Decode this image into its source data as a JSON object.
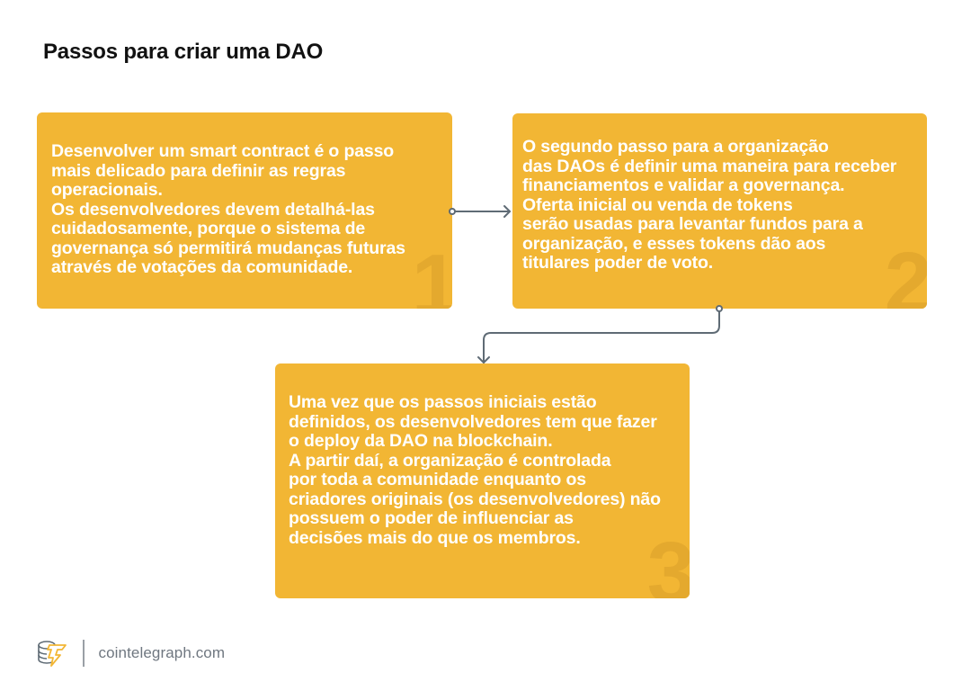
{
  "title": "Passos para criar uma DAO",
  "colors": {
    "box_fill": "#f2b634",
    "number_fill": "#e4a92e",
    "text": "#ffffff",
    "connector": "#5f6b75",
    "title": "#111111",
    "footer_text": "#6f7780"
  },
  "steps": [
    {
      "number": "1",
      "text": "Desenvolver um smart contract é o passo\nmais delicado para definir as regras\noperacionais.\nOs desenvolvedores devem detalhá-las\ncuidadosamente, porque o sistema de\ngovernança só permitirá mudanças futuras\natravés de votações da comunidade."
    },
    {
      "number": "2",
      "text": "O segundo passo para a organização\ndas DAOs é definir uma maneira para receber\nfinanciamentos e validar a governança.\nOferta inicial ou venda de tokens\nserão usadas para levantar fundos para a\norganização, e esses tokens dão aos\ntitulares poder de voto."
    },
    {
      "number": "3",
      "text": "Uma vez que os passos iniciais estão\ndefinidos, os desenvolvedores tem que fazer\no deploy da DAO na blockchain.\nA partir daí, a organização é controlada\npor toda a comunidade enquanto os\ncriadores originais (os desenvolvedores) não\npossuem o poder de influenciar as\ndecisões mais do que os membros."
    }
  ],
  "connectors": [
    {
      "from": "1",
      "to": "2",
      "style": "straight-arrow"
    },
    {
      "from": "2",
      "to": "3",
      "style": "elbow-arrow"
    }
  ],
  "footer": {
    "logo_icon": "cointelegraph-logo-icon",
    "site": "cointelegraph.com"
  }
}
